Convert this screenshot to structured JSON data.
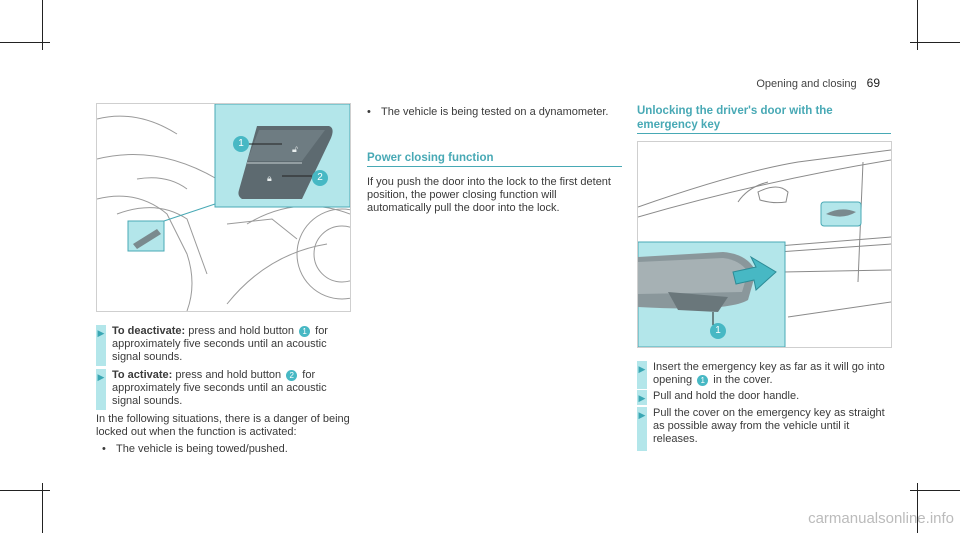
{
  "header": {
    "section": "Opening and closing",
    "page": "69"
  },
  "left": {
    "step1": {
      "lead": "To deactivate:",
      "text1": " press and hold button ",
      "badge": "1",
      "text2": " for approximately five seconds until an acoustic signal sounds."
    },
    "step2": {
      "lead": "To activate:",
      "text1": " press and hold button ",
      "badge": "2",
      "text2": " for approximately five seconds until an acoustic signal sounds."
    },
    "para": "In the following situations, there is a danger of being locked out when the function is activated:",
    "bullet1": "The vehicle is being towed/pushed.",
    "figure_badges": [
      "1",
      "2"
    ]
  },
  "middle": {
    "bullet1": "The vehicle is being tested on a dynamometer.",
    "heading": "Power closing function",
    "para": "If you push the door into the lock to the first detent position, the power closing function will automatically pull the door into the lock."
  },
  "right": {
    "heading": "Unlocking the driver's door with the emergency key",
    "figure_badge": "1",
    "step1": {
      "text1": "Insert the emergency key as far as it will go into opening ",
      "badge": "1",
      "text2": " in the cover."
    },
    "step2": {
      "text1": "Pull and hold the door handle."
    },
    "step3": {
      "text1": "Pull the cover on the emergency key as straight as possible away from the vehicle until it releases."
    }
  },
  "footer": {
    "watermark": "carmanualsonline.info"
  },
  "colors": {
    "accent": "#48a9b5",
    "highlight": "#b3e6ea"
  }
}
